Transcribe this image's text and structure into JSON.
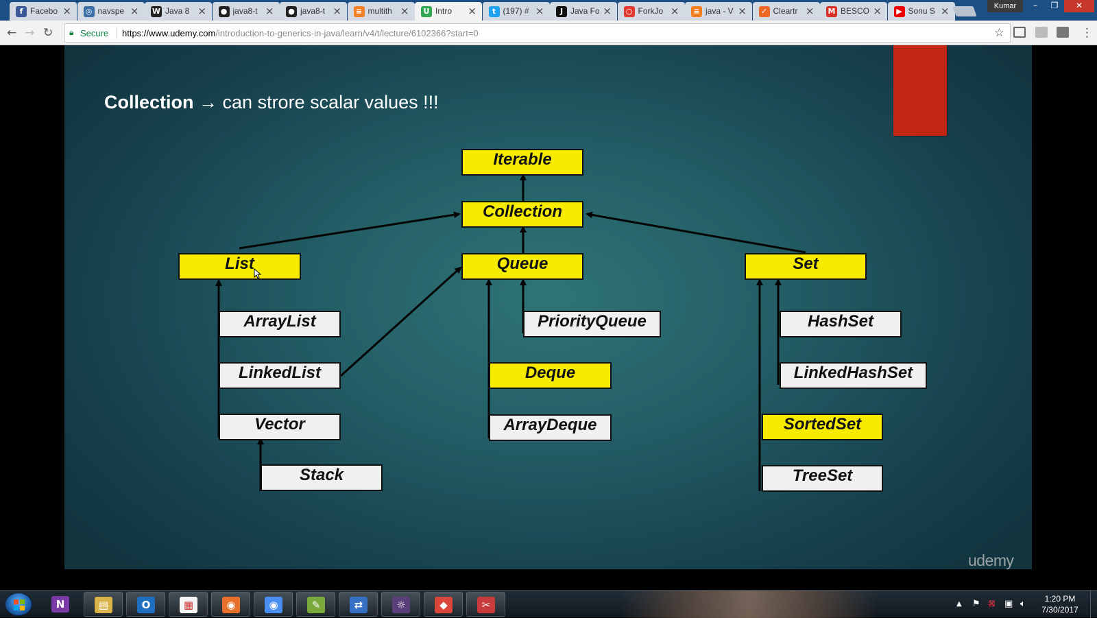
{
  "browser": {
    "tabs": [
      {
        "title": "Facebo",
        "icon": "facebook-icon",
        "color": "#3b5998",
        "glyph": "f"
      },
      {
        "title": "navspe",
        "icon": "shield-icon",
        "color": "#3a6ea5",
        "glyph": "◎"
      },
      {
        "title": "Java 8",
        "icon": "wordpress-icon",
        "color": "#222222",
        "glyph": "W"
      },
      {
        "title": "java8-t",
        "icon": "github-icon",
        "color": "#222222",
        "glyph": "●"
      },
      {
        "title": "java8-t",
        "icon": "github-icon",
        "color": "#222222",
        "glyph": "●"
      },
      {
        "title": "multith",
        "icon": "stackoverflow-icon",
        "color": "#f48024",
        "glyph": "≡"
      },
      {
        "title": "Intro",
        "icon": "udemy-icon",
        "color": "#33a852",
        "glyph": "U",
        "active": true
      },
      {
        "title": "(197) #",
        "icon": "twitter-icon",
        "color": "#1da1f2",
        "glyph": "t"
      },
      {
        "title": "Java Fo",
        "icon": "jira-icon",
        "color": "#111111",
        "glyph": "J"
      },
      {
        "title": "ForkJo",
        "icon": "oracle-icon",
        "color": "#e23c31",
        "glyph": "○"
      },
      {
        "title": "java - V",
        "icon": "stackoverflow-icon",
        "color": "#f48024",
        "glyph": "≡"
      },
      {
        "title": "Cleartr",
        "icon": "checkmark-icon",
        "color": "#ee6a24",
        "glyph": "✓"
      },
      {
        "title": "BESCO",
        "icon": "gmail-icon",
        "color": "#d93025",
        "glyph": "M"
      },
      {
        "title": "Sonu S",
        "icon": "youtube-icon",
        "color": "#ee0000",
        "glyph": "▶"
      }
    ],
    "profile": "Kumar",
    "window_controls": {
      "minimize": "–",
      "maximize": "❐",
      "close": "✕"
    },
    "secure_label": "Secure",
    "url_host": "https://www.udemy.com",
    "url_path": "/introduction-to-generics-in-java/learn/v4/t/lecture/6102366?start=0"
  },
  "slide": {
    "title_bold": "Collection",
    "title_arrow": "→",
    "title_rest": " can strore scalar values !!!",
    "watermark": "udemy",
    "nodes": {
      "iterable": "Iterable",
      "collection": "Collection",
      "list": "List",
      "queue": "Queue",
      "set": "Set",
      "arraylist": "ArrayList",
      "linkedlist": "LinkedList",
      "vector": "Vector",
      "stack": "Stack",
      "priorityqueue": "PriorityQueue",
      "deque": "Deque",
      "arraydeque": "ArrayDeque",
      "hashset": "HashSet",
      "linkedhashset": "LinkedHashSet",
      "sortedset": "SortedSet",
      "treeset": "TreeSet"
    },
    "colors": {
      "interface": "#f7ec00",
      "class": "#f0f0f0",
      "accent_red": "#c22512"
    }
  },
  "taskbar": {
    "apps": [
      {
        "name": "onenote-icon",
        "glyph": "N",
        "color": "#7b3ba6"
      },
      {
        "name": "file-explorer-icon",
        "glyph": "▤",
        "color": "#d9b44a"
      },
      {
        "name": "outlook-icon",
        "glyph": "O",
        "color": "#1f6fc1"
      },
      {
        "name": "app-grid-icon",
        "glyph": "▦",
        "color": "#f5f5f5"
      },
      {
        "name": "firefox-icon",
        "glyph": "◉",
        "color": "#e8702a"
      },
      {
        "name": "chrome-icon",
        "glyph": "◉",
        "color": "#4a8ef0"
      },
      {
        "name": "notepad-icon",
        "glyph": "✎",
        "color": "#7aa83b"
      },
      {
        "name": "remote-desktop-icon",
        "glyph": "⇄",
        "color": "#3570c2"
      },
      {
        "name": "eclipse-ide-icon",
        "glyph": "☼",
        "color": "#5a3f7a"
      },
      {
        "name": "git-icon",
        "glyph": "◆",
        "color": "#d9463a"
      },
      {
        "name": "snipping-tool-icon",
        "glyph": "✂",
        "color": "#c73b3b"
      }
    ],
    "time": "1:20 PM",
    "date": "7/30/2017"
  }
}
